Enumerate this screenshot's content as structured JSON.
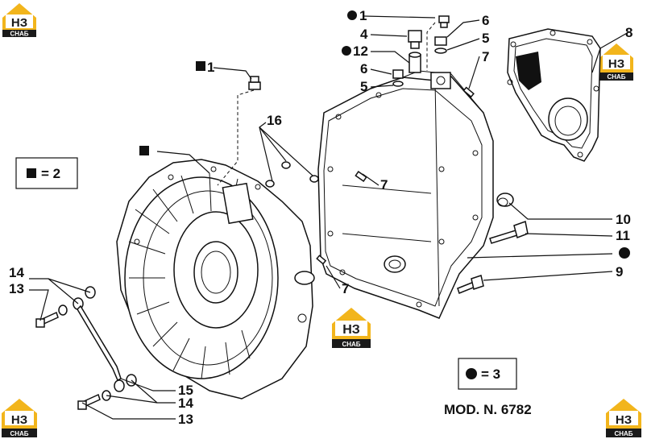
{
  "logo": {
    "letters": "НЗ",
    "sub": "СНАБ",
    "color": "#f2b51c"
  },
  "labels": {
    "l1a": "1",
    "l1b": "1",
    "l4": "4",
    "l12": "12",
    "l6a": "6",
    "l5a": "5",
    "l6b": "6",
    "l5b": "5",
    "l7a": "7",
    "l8": "8",
    "l16": "16",
    "l7b": "7",
    "l10": "10",
    "l11": "11",
    "l9": "9",
    "l7c": "7",
    "l14a": "14",
    "l13a": "13",
    "l15": "15",
    "l14b": "14",
    "l13b": "13"
  },
  "legend": {
    "square": "= 2",
    "circle": "= 3"
  },
  "model": "MOD. N. 6782"
}
